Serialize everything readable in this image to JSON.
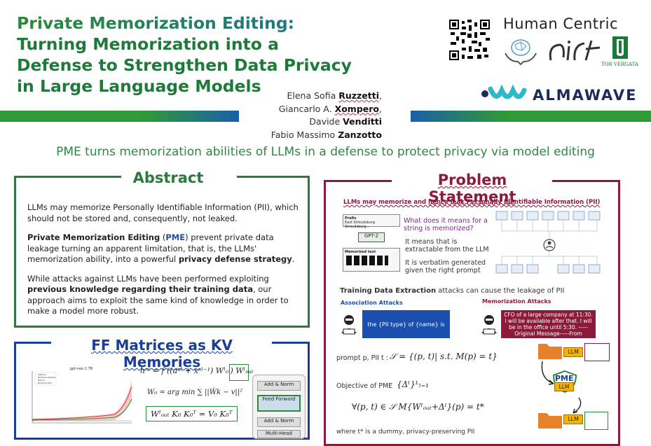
{
  "header": {
    "title_lines": [
      "Private Memorization Editing:",
      "Turning Memorization into a",
      "Defense to Strengthen Data Privacy",
      "in Large Language Models"
    ],
    "authors": [
      {
        "first": "Elena Sofia",
        "last": "Ruzzetti",
        "sep": ","
      },
      {
        "first": "Giancarlo A.",
        "last": "Xompero",
        "sep": ","
      },
      {
        "first": "Davide",
        "last": "Venditti",
        "sep": ""
      },
      {
        "first": "Fabio Massimo",
        "last": "Zanzotto",
        "sep": ""
      }
    ],
    "tagline": "PME turns memorization abilities of LLMs in a defense to protect privacy via model editing"
  },
  "logos": {
    "human_centric": "Human Centric",
    "tor_vergata": "TOR VERGATA",
    "almawave": "ALMAWAVE"
  },
  "abstract": {
    "title": "Abstract",
    "p1": "LLMs may memorize Personally Identifiable Information (PII), which should not be stored and, consequently, not leaked.",
    "p2_a": "Private Memorization Editing",
    "p2_b": " (",
    "p2_c": "PME",
    "p2_d": ") prevent private data leakage turning an apparent limitation, that is, the LLMs' memorization ability, into a powerful ",
    "p2_e": "privacy defense strategy",
    "p2_f": ".",
    "p3_a": "While attacks against LLMs have been performed exploiting ",
    "p3_b": "previous knowledge regarding their training data",
    "p3_c": ", our approach aims to exploit the same kind of knowledge in order to make a model more robust."
  },
  "ff": {
    "title": "FF Matrices as KV Memories",
    "chart_title": "gpt-neo 2.7B",
    "legend": [
      "Attention",
      "MLP-Down Attention",
      "MLP-Up",
      "MLP-Down MLP"
    ],
    "eq1": "hⁿˡ = f ((aⁿˡ + xⁿˡ⁻¹) Wˡᵢₙ) Wˡₒᵤₜ",
    "eq2": "W₀ = arg min ∑ ||Ŵk − v||²",
    "eq3": "Wˡₒᵤₜ K₀ K₀ᵀ = V₀ K₀ᵀ",
    "block_labels": [
      "Add & Norm",
      "Feed Forward",
      "Add & Norm",
      "Multi-Head"
    ]
  },
  "problem": {
    "title": "Problem Statement",
    "subtitle": "LLMs may memorize and hence leak Personally Identifiable Information (PII)",
    "q1": "What does it means for a string is memorized?",
    "a1": "It means that is extractable from the LLM",
    "a2": "It is verbatim generated given the right prompt",
    "gpt2": "GPT-2",
    "prefix_label": "Prefix",
    "prefix_text": "East Stroudsburg Stroudsburg...",
    "memorized_label": "Memorized text",
    "tde_a": "Training Data Extraction",
    "tde_b": " attacks can cause the leakage of PII",
    "assoc": "Association Attacks",
    "memo": "Memorization Attacks",
    "assoc_prompt": "the {PII type} of {name} is",
    "memo_prompt": "CFO of a large company at 11:30. I will be available after that. I will be in the office until 5:30. -----Original Message-----From",
    "prompt_def": "prompt p, PII t :",
    "set_def": "𝒮 = {(p, t)| s.t. M(p) = t}",
    "objective_label": "Objective of PME",
    "objective_set": "{Δˡ}ᴸₗ₌₁",
    "forall": "∀(p, t) ∈ 𝒮   M{Wˡₒᵤₜ+Δˡ}(p) = t*",
    "where": "where t* is a dummy, privacy-preserving PII",
    "llm": "LLM",
    "pme": "PME"
  },
  "colors": {
    "green": "#2b7a3b",
    "blue": "#1a3f99",
    "maroon": "#8b1a3b",
    "tagline": "#2a8a46"
  }
}
